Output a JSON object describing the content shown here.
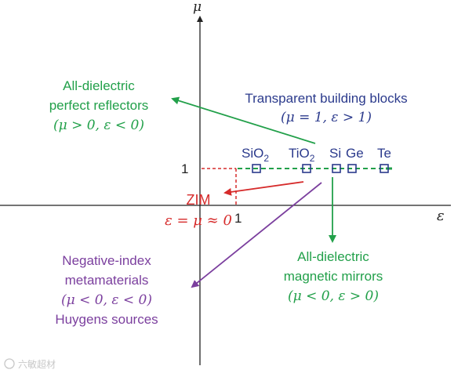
{
  "axes": {
    "mu_label": "μ",
    "eps_label": "ε",
    "tick_one_y": "1",
    "tick_one_x": "1"
  },
  "materials": [
    {
      "main": "SiO",
      "sub": "2"
    },
    {
      "main": "TiO",
      "sub": "2"
    },
    {
      "main": "Si",
      "sub": ""
    },
    {
      "main": "Ge",
      "sub": ""
    },
    {
      "main": "Te",
      "sub": ""
    }
  ],
  "regions": {
    "reflectors": {
      "line1": "All-dielectric",
      "line2": "perfect reflectors",
      "line3": "(μ > 0, ε < 0)"
    },
    "transparent": {
      "line1": "Transparent building blocks",
      "line2": "(μ = 1, ε > 1)"
    },
    "zim": {
      "line1": "ZIM",
      "line2": "ε = μ ≈ 0"
    },
    "mirrors": {
      "line1": "All-dielectric",
      "line2": "magnetic mirrors",
      "line3": "(μ < 0, ε > 0)"
    },
    "negative": {
      "line1": "Negative-index",
      "line2": "metamaterials",
      "line3": "(μ < 0, ε < 0)",
      "line4": "Huygens sources"
    }
  },
  "watermark": "六敏超材",
  "colors": {
    "axis": "#222222",
    "green": "#22a04a",
    "blue": "#2b3a8c",
    "red": "#d62b2b",
    "purple": "#7b3f9e"
  }
}
